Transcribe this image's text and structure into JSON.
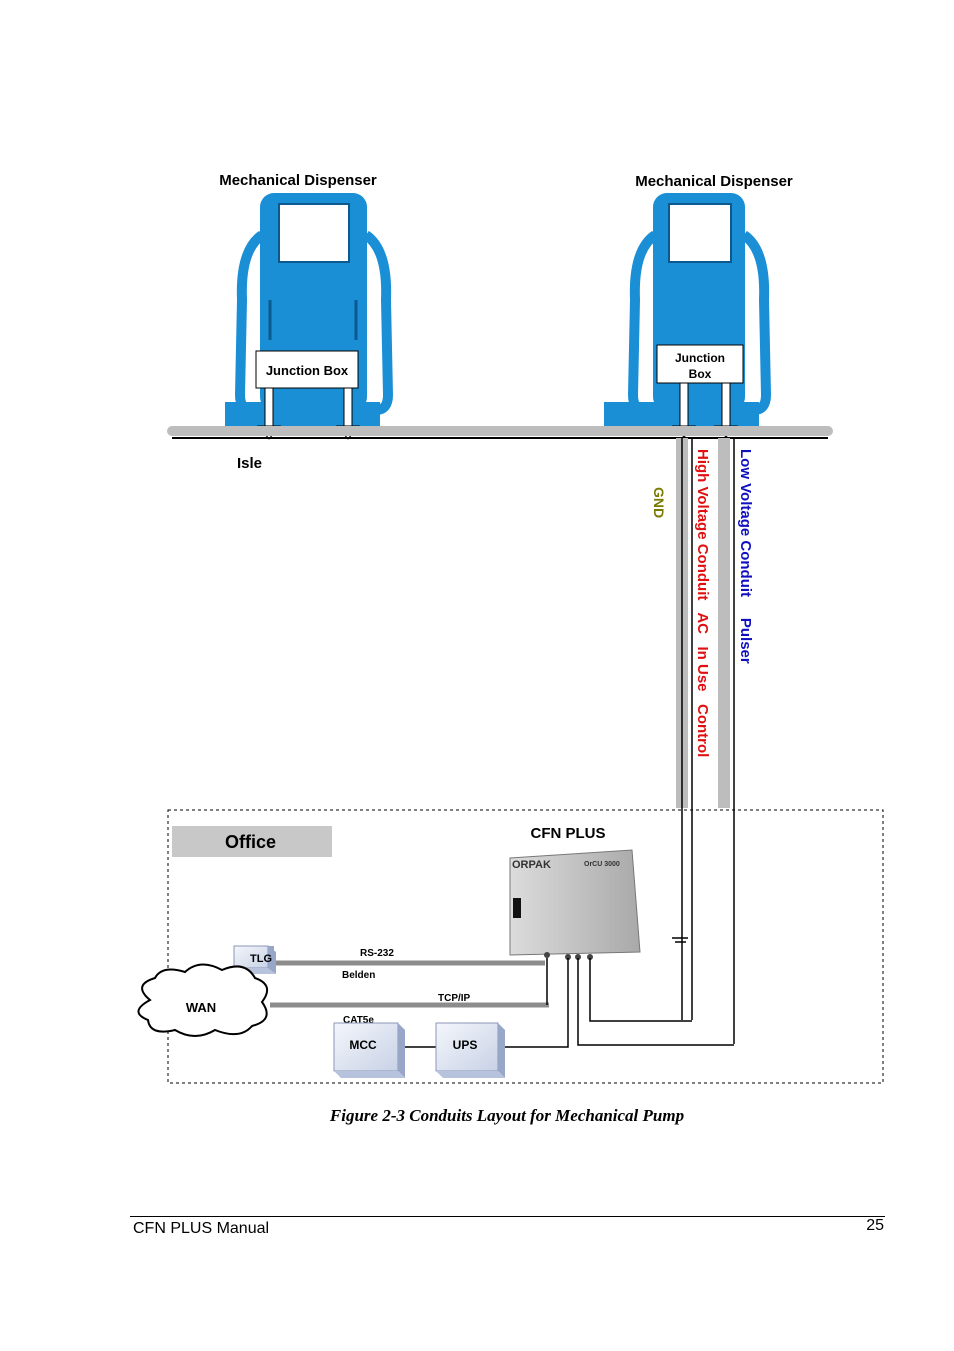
{
  "diagram": {
    "dispenser_left": {
      "title": "Mechanical Dispenser",
      "junction": "Junction Box"
    },
    "dispenser_right": {
      "title": "Mechanical Dispenser",
      "junction_line1": "Junction",
      "junction_line2": "Box"
    },
    "isle_label": "Isle",
    "gnd_label": "GND",
    "high_voltage_label": "High Voltage Conduit   AC   In Use   Control",
    "low_voltage_label": "Low Voltage Conduit     Pulser",
    "office_label": "Office",
    "controller_title": "CFN PLUS",
    "controller_brand": "ORPAK",
    "controller_model": "OrCU 3000",
    "devices": {
      "tlg": "TLG",
      "wan": "WAN",
      "mcc": "MCC",
      "ups": "UPS"
    },
    "cables": {
      "rs232": "RS-232",
      "belden": "Belden",
      "tcpip": "TCP/IP",
      "cat5e": "CAT5e"
    },
    "colors": {
      "pump_blue": "#1a8fd6",
      "high_voltage": "#e01010",
      "low_voltage": "#1010c0",
      "gnd": "#7a7a00"
    }
  },
  "caption": "Figure 2-3  Conduits Layout for Mechanical Pump",
  "footer": {
    "title": "CFN PLUS Manual",
    "page": "25"
  }
}
